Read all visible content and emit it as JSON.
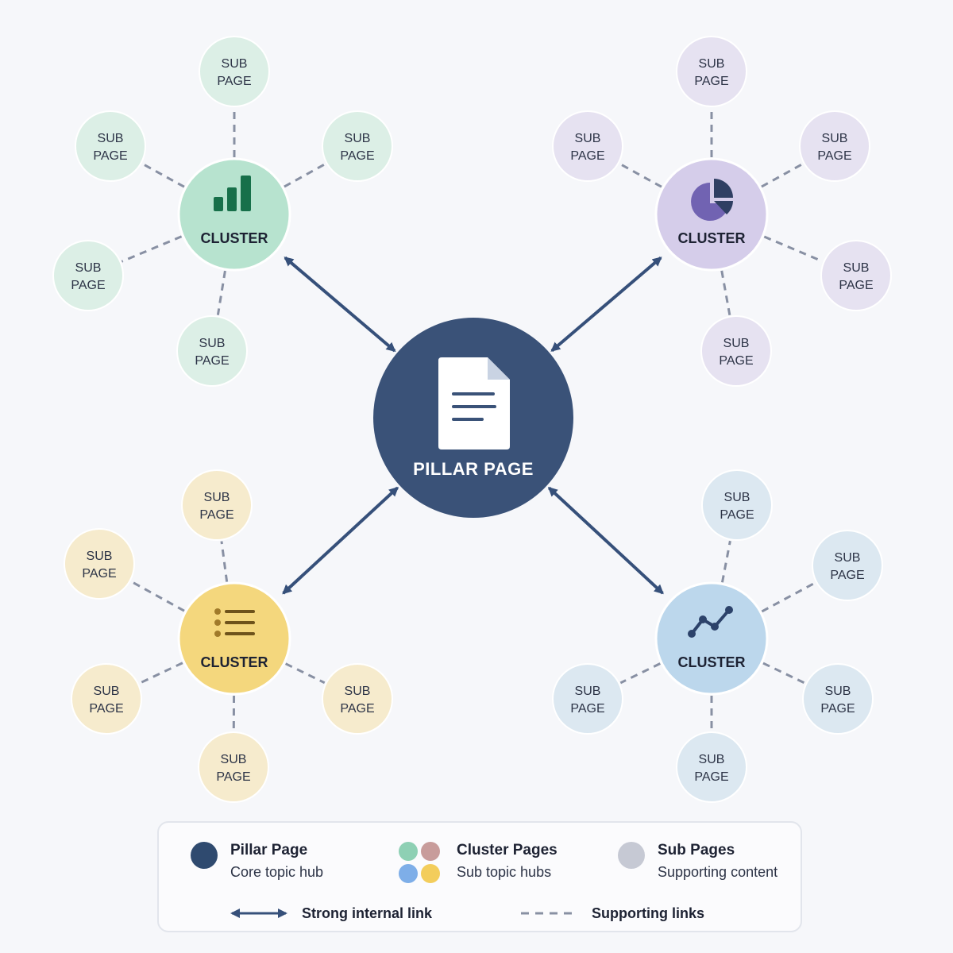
{
  "diagram": {
    "pillar": {
      "label": "PILLAR PAGE",
      "icon": "document-icon",
      "color": "#3a5278"
    },
    "link_color": "#36507a",
    "dash_color": "#8890a3",
    "clusters": [
      {
        "id": "green",
        "label": "CLUSTER",
        "icon": "bar-chart-icon",
        "fill": "#b7e3cf",
        "sub_fill": "#dcefe6",
        "icon_color": "#17704a",
        "subs": [
          "SUB\nPAGE",
          "SUB\nPAGE",
          "SUB\nPAGE",
          "SUB\nPAGE",
          "SUB\nPAGE"
        ]
      },
      {
        "id": "purple",
        "label": "CLUSTER",
        "icon": "pie-chart-icon",
        "fill": "#d5cdea",
        "sub_fill": "#e6e2f1",
        "icon_color": "#7163b2",
        "subs": [
          "SUB\nPAGE",
          "SUB\nPAGE",
          "SUB\nPAGE",
          "SUB\nPAGE",
          "SUB\nPAGE"
        ]
      },
      {
        "id": "yellow",
        "label": "CLUSTER",
        "icon": "list-icon",
        "fill": "#f4d77d",
        "sub_fill": "#f6ebcd",
        "icon_color": "#6e531b",
        "subs": [
          "SUB\nPAGE",
          "SUB\nPAGE",
          "SUB\nPAGE",
          "SUB\nPAGE",
          "SUB\nPAGE"
        ]
      },
      {
        "id": "blue",
        "label": "CLUSTER",
        "icon": "line-chart-icon",
        "fill": "#bcd7ec",
        "sub_fill": "#dce8f1",
        "icon_color": "#2c426a",
        "subs": [
          "SUB\nPAGE",
          "SUB\nPAGE",
          "SUB\nPAGE",
          "SUB\nPAGE",
          "SUB\nPAGE"
        ]
      }
    ]
  },
  "legend": {
    "pillar": {
      "title": "Pillar Page",
      "subtitle": "Core topic hub",
      "color": "#2f4a6f"
    },
    "clusters": {
      "title": "Cluster Pages",
      "subtitle": "Sub topic hubs",
      "colors": [
        "#8ed0b4",
        "#c89c9b",
        "#7eaee8",
        "#f3cd5c"
      ]
    },
    "subs": {
      "title": "Sub Pages",
      "subtitle": "Supporting content",
      "color": "#c6c9d4"
    },
    "strong_link": "Strong internal link",
    "supporting_link": "Supporting links"
  }
}
